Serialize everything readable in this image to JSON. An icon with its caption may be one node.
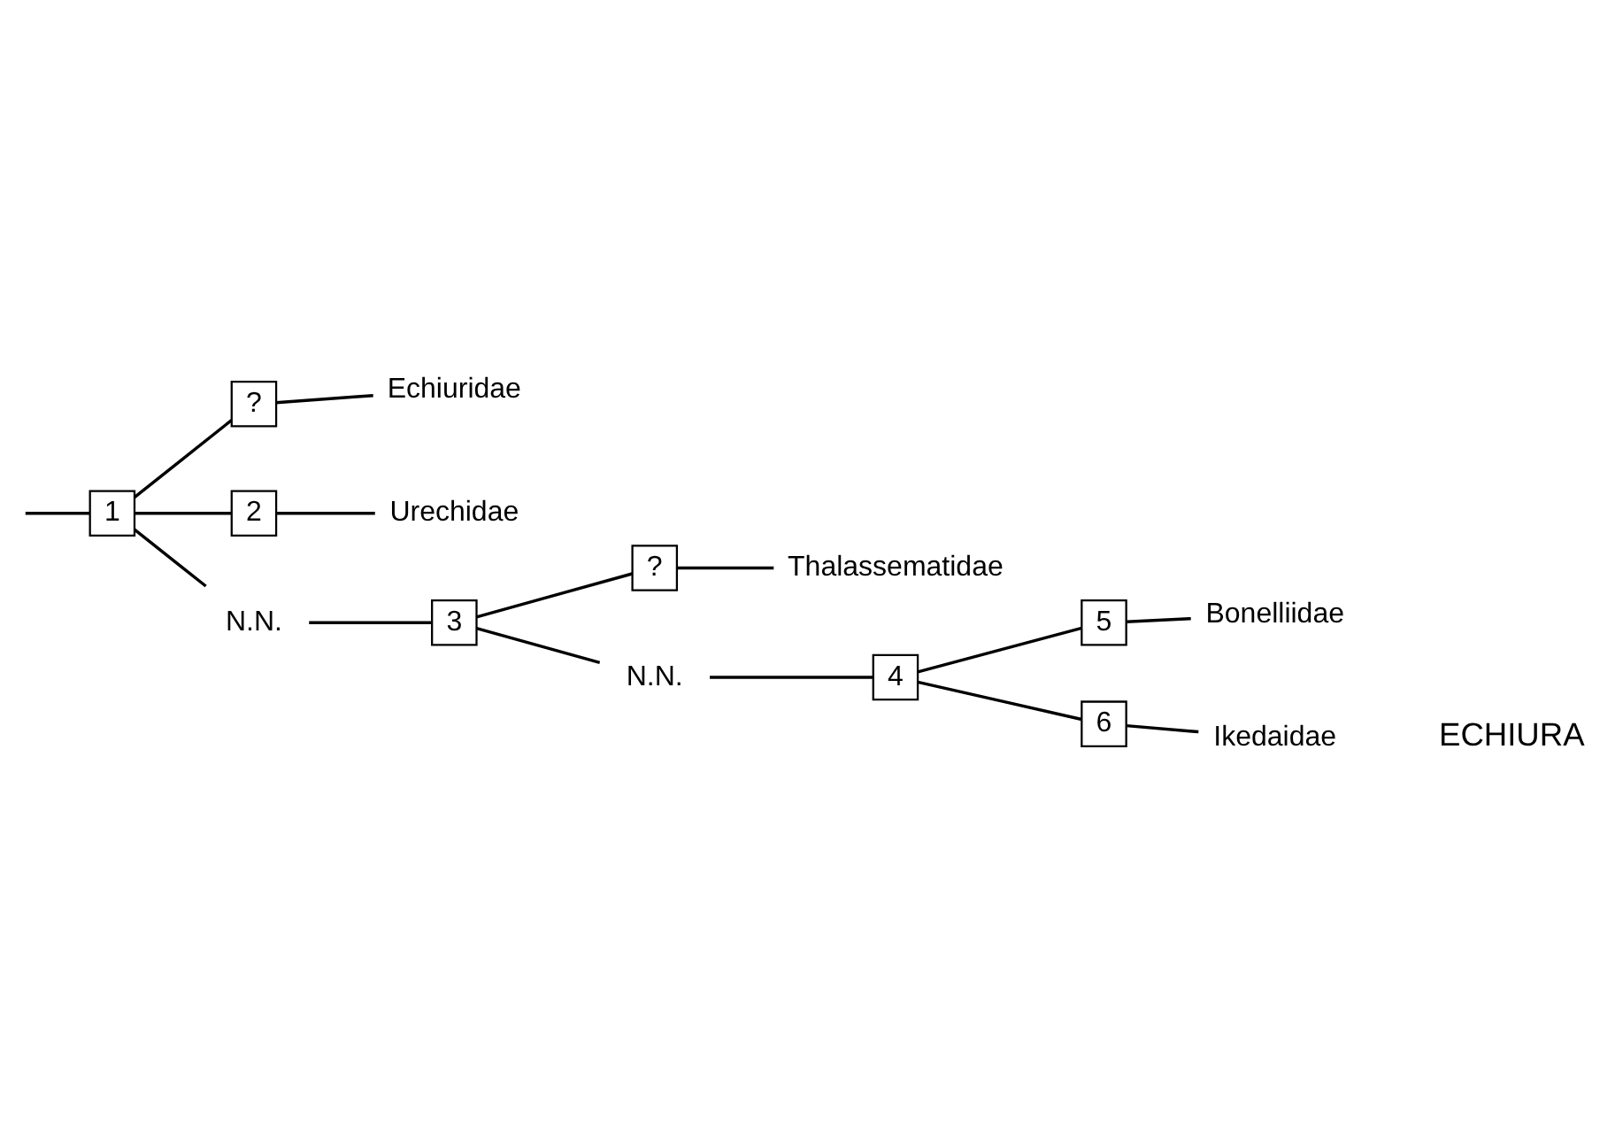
{
  "diagram": {
    "nodes": [
      {
        "text": [
          "?"
        ]
      },
      {
        "text": [
          "Echiuridae"
        ]
      },
      {
        "text": [
          "1"
        ]
      },
      {
        "text": [
          "2"
        ]
      },
      {
        "text": [
          "Urechidae"
        ]
      },
      {
        "text": [
          "?"
        ]
      },
      {
        "text": [
          "Thalassematidae"
        ]
      },
      {
        "text": [
          "N.N."
        ]
      },
      {
        "text": [
          "3"
        ]
      },
      {
        "text": [
          "5"
        ]
      },
      {
        "text": [
          "Bonelliidae"
        ]
      },
      {
        "text": [
          "N.N."
        ]
      },
      {
        "text": [
          "4"
        ]
      },
      {
        "text": [
          "6"
        ]
      },
      {
        "text": [
          "Ikedaidae"
        ]
      }
    ],
    "edges": [
      {
        "from": null,
        "to": 2,
        "arrow": "none"
      },
      {
        "from": 2,
        "to": 0,
        "arrow": "none"
      },
      {
        "from": 0,
        "to": 1,
        "arrow": "none"
      },
      {
        "from": 2,
        "to": 3,
        "arrow": "none"
      },
      {
        "from": 3,
        "to": 4,
        "arrow": "none"
      },
      {
        "from": 2,
        "to": 7,
        "arrow": "none"
      },
      {
        "from": 7,
        "to": 8,
        "arrow": "none"
      },
      {
        "from": 8,
        "to": 5,
        "arrow": "none"
      },
      {
        "from": 5,
        "to": 6,
        "arrow": "none"
      },
      {
        "from": 8,
        "to": 11,
        "arrow": "none"
      },
      {
        "from": 11,
        "to": 12,
        "arrow": "none"
      },
      {
        "from": 12,
        "to": 9,
        "arrow": "none"
      },
      {
        "from": 9,
        "to": 10,
        "arrow": "none"
      },
      {
        "from": 12,
        "to": 13,
        "arrow": "none"
      },
      {
        "from": 13,
        "to": 14,
        "arrow": "none"
      }
    ],
    "labels": [
      "ECHIURA"
    ]
  }
}
